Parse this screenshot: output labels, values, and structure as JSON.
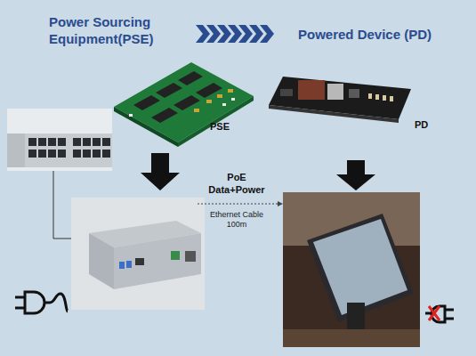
{
  "diagram": {
    "labels": [
      "Power Sourcing Equipment(PSE)",
      "Powered Device (PD)",
      "PSE",
      "PD",
      "PoE Data+Power",
      "Ethernet Cable 100m"
    ]
  }
}
